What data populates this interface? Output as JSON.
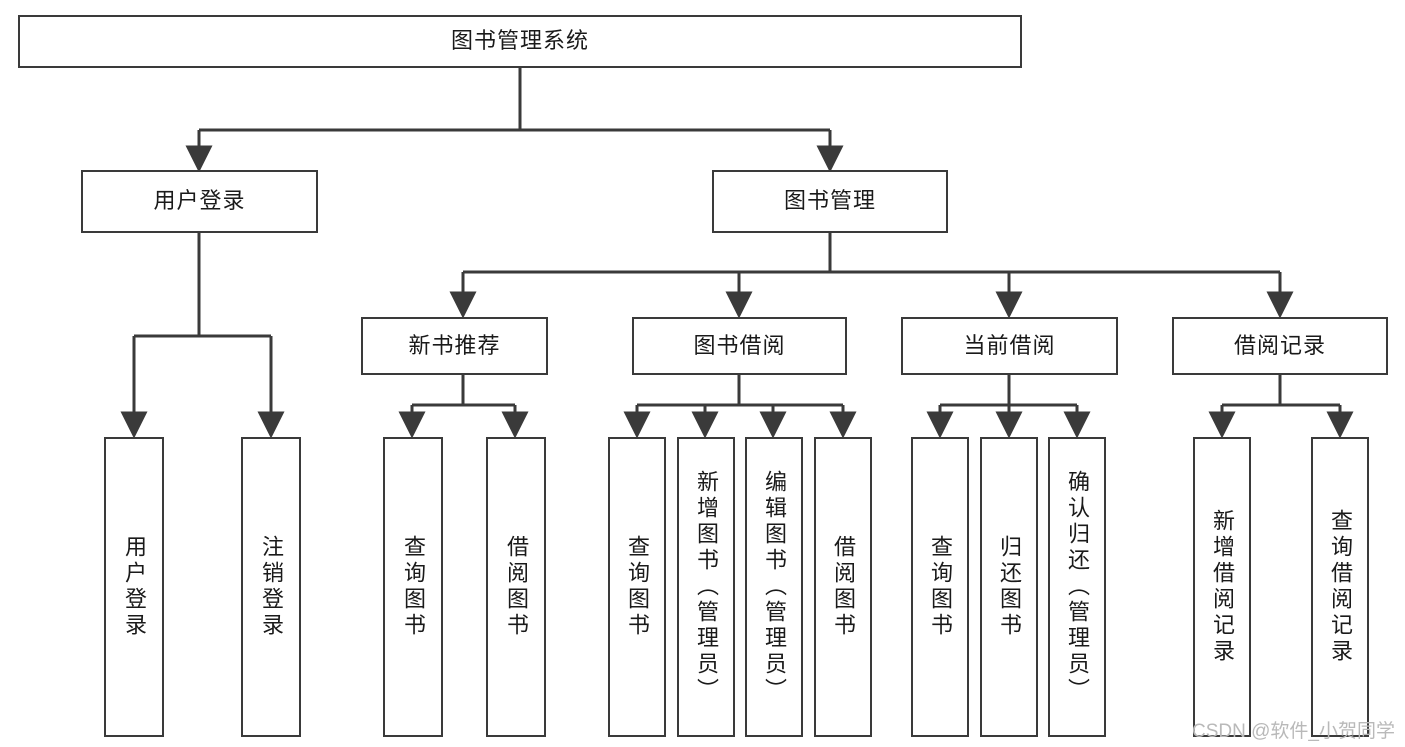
{
  "diagram": {
    "title": "图书管理系统",
    "type": "tree-hierarchy",
    "watermark": "CSDN @软件_小贺同学",
    "colors": {
      "box_border": "#3a3a3a",
      "box_fill": "#ffffff",
      "edge": "#3a3a3a",
      "text": "#1a1a1a",
      "watermark": "#b9b9b9"
    },
    "nodes": {
      "root": {
        "label": "图书管理系统",
        "orientation": "horizontal"
      },
      "level2": [
        {
          "label": "用户登录",
          "orientation": "horizontal"
        },
        {
          "label": "图书管理",
          "orientation": "horizontal"
        }
      ],
      "level3": [
        {
          "label": "新书推荐",
          "orientation": "horizontal"
        },
        {
          "label": "图书借阅",
          "orientation": "horizontal"
        },
        {
          "label": "当前借阅",
          "orientation": "horizontal"
        },
        {
          "label": "借阅记录",
          "orientation": "horizontal"
        }
      ],
      "leaves": [
        {
          "label": "用户登录",
          "orientation": "vertical",
          "parent": "用户登录"
        },
        {
          "label": "注销登录",
          "orientation": "vertical",
          "parent": "用户登录"
        },
        {
          "label": "查询图书",
          "orientation": "vertical",
          "parent": "新书推荐"
        },
        {
          "label": "借阅图书",
          "orientation": "vertical",
          "parent": "新书推荐"
        },
        {
          "label": "查询图书",
          "orientation": "vertical",
          "parent": "图书借阅"
        },
        {
          "label": "新增图书（管理员）",
          "orientation": "vertical",
          "parent": "图书借阅"
        },
        {
          "label": "编辑图书（管理员）",
          "orientation": "vertical",
          "parent": "图书借阅"
        },
        {
          "label": "借阅图书",
          "orientation": "vertical",
          "parent": "图书借阅"
        },
        {
          "label": "查询图书",
          "orientation": "vertical",
          "parent": "当前借阅"
        },
        {
          "label": "归还图书",
          "orientation": "vertical",
          "parent": "当前借阅"
        },
        {
          "label": "确认归还（管理员）",
          "orientation": "vertical",
          "parent": "当前借阅"
        },
        {
          "label": "新增借阅记录",
          "orientation": "vertical",
          "parent": "借阅记录"
        },
        {
          "label": "查询借阅记录",
          "orientation": "vertical",
          "parent": "借阅记录"
        }
      ]
    }
  }
}
